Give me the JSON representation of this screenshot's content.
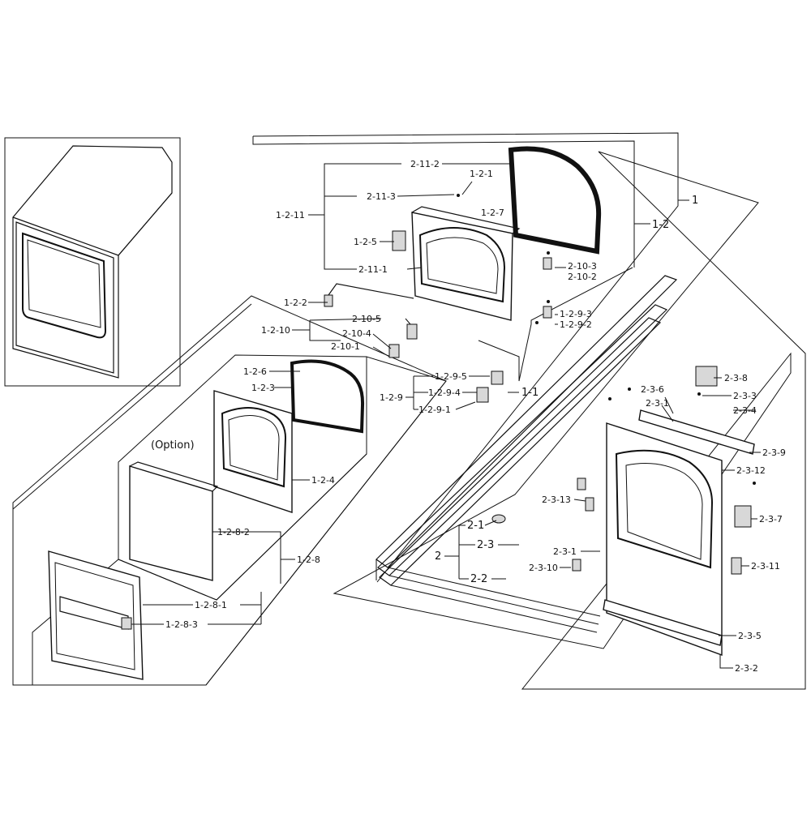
{
  "option_label": "(Option)",
  "labels": {
    "l_2_11_2": "2-11-2",
    "l_2_11_3": "2-11-3",
    "l_2_11_1": "2-11-1",
    "l_1_2_11": "1-2-11",
    "l_1_2_1": "1-2-1",
    "l_1_2_7": "1-2-7",
    "l_1_2_5": "1-2-5",
    "l_1_2_2": "1-2-2",
    "l_1_2_10": "1-2-10",
    "l_2_10_5": "2-10-5",
    "l_2_10_4": "2-10-4",
    "l_2_10_1": "2-10-1",
    "l_2_10_3": "2-10-3",
    "l_2_10_2": "2-10-2",
    "l_1_2_9_3": "1-2-9-3",
    "l_1_2_9_2": "1-2-9-2",
    "l_1_2_9_5": "1-2-9-5",
    "l_1_2_9_4": "1-2-9-4",
    "l_1_2_9_1": "1-2-9-1",
    "l_1_2_9": "1-2-9",
    "l_1": "1",
    "l_1_2": "1-2",
    "l_1_1": "1-1",
    "l_1_2_6": "1-2-6",
    "l_1_2_3": "1-2-3",
    "l_1_2_4": "1-2-4",
    "l_1_2_8_2": "1-2-8-2",
    "l_1_2_8": "1-2-8",
    "l_1_2_8_1": "1-2-8-1",
    "l_1_2_8_3": "1-2-8-3",
    "l_2_1": "2-1",
    "l_2_3": "2-3",
    "l_2": "2",
    "l_2_2": "2-2",
    "l_2_3_13": "2-3-13",
    "l_2_3_1b": "2-3-1",
    "l_2_3_10": "2-3-10",
    "l_2_3_8": "2-3-8",
    "l_2_3_6": "2-3-6",
    "l_2_3_3": "2-3-3",
    "l_2_3_1": "2-3-1",
    "l_2_3_4": "2-3-4",
    "l_2_3_9": "2-3-9",
    "l_2_3_12": "2-3-12",
    "l_2_3_7": "2-3-7",
    "l_2_3_11": "2-3-11",
    "l_2_3_5": "2-3-5",
    "l_2_3_2": "2-3-2"
  }
}
